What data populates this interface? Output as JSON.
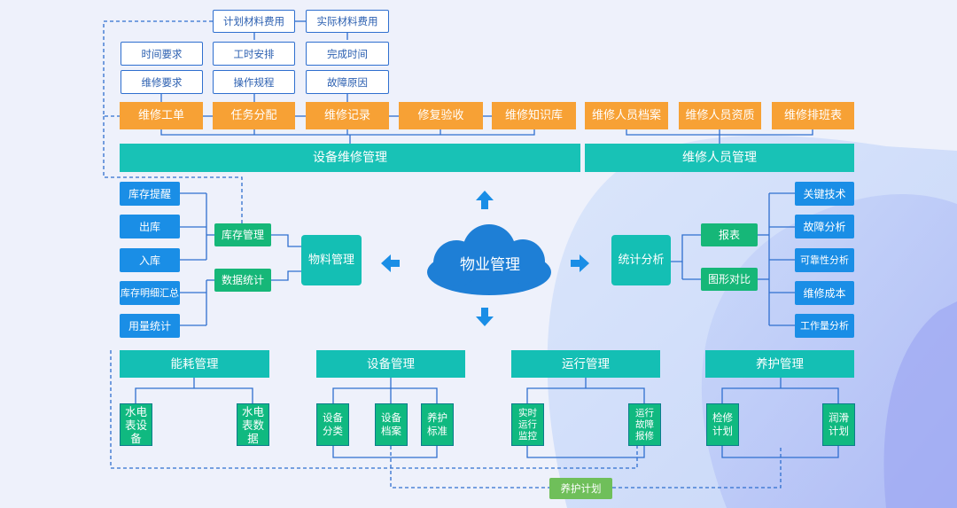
{
  "colors": {
    "accent_blue": "#1a8ee6",
    "orange": "#f7a135",
    "teal": "#14bfb4",
    "green": "#10b980",
    "line_blue": "#2f6fcf",
    "plan_green": "#6fbf5a"
  },
  "center": {
    "label": "物业管理"
  },
  "top_row": {
    "plan_cost": "计划材料费用",
    "actual_cost": "实际材料费用"
  },
  "attr_row1": {
    "time_req": "时间要求",
    "work_hours": "工时安排",
    "finish_time": "完成时间"
  },
  "attr_row2": {
    "repair_req": "维修要求",
    "procedure": "操作规程",
    "fault_cause": "故障原因"
  },
  "repair_flow": [
    "维修工单",
    "任务分配",
    "维修记录",
    "修复验收",
    "维修知识库"
  ],
  "staff_items": [
    "维修人员档案",
    "维修人员资质",
    "维修排班表"
  ],
  "headers": {
    "equipment_repair": "设备维修管理",
    "staff_mgmt": "维修人员管理"
  },
  "materials": {
    "items": [
      "库存提醒",
      "出库",
      "入库",
      "库存明细汇总",
      "用量统计"
    ],
    "stock_mgmt": "库存管理",
    "data_stats": "数据统计",
    "title": "物料管理"
  },
  "stats": {
    "title": "统计分析",
    "report": "报表",
    "chart_compare": "图形对比",
    "items": [
      "关键技术",
      "故障分析",
      "可靠性分析",
      "维修成本",
      "工作量分析"
    ]
  },
  "energy": {
    "title": "能耗管理",
    "children": [
      "水电表设备",
      "水电表数据"
    ]
  },
  "equipment": {
    "title": "设备管理",
    "children": [
      "设备分类",
      "设备档案",
      "养护标准"
    ]
  },
  "operation": {
    "title": "运行管理",
    "children": [
      "实时运行监控",
      "运行故障报修"
    ]
  },
  "maintenance": {
    "title": "养护管理",
    "children": [
      "检修计划",
      "润滑计划"
    ]
  },
  "plan": {
    "label": "养护计划"
  }
}
